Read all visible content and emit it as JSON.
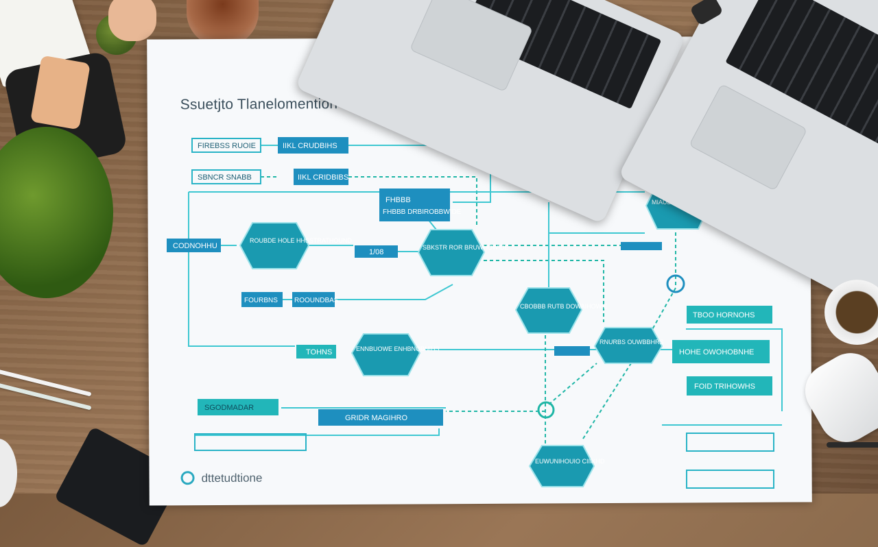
{
  "diagram": {
    "title": "Ssuetjto Tlanelomention",
    "footer": "dttetudtione",
    "nodes": [
      {
        "id": "fl1",
        "label": "FIREBSS RUOIE"
      },
      {
        "id": "fl1b",
        "label": "IIKL CRUDBIHS"
      },
      {
        "id": "fl2",
        "label": "SBNCR SNABB"
      },
      {
        "id": "fl2b",
        "label": "IIKL CRIDBIBS"
      },
      {
        "id": "top",
        "label": "FHBBB DRBIROBBWIDE"
      },
      {
        "id": "hexL",
        "label": "ROUBDE HOLE HHSSTRATHOUND"
      },
      {
        "id": "hexC",
        "label": "SBKSTR ROR BRUWHOWIDE"
      },
      {
        "id": "hexTR",
        "label": "MIAUBIB ODOC OOBBHOS"
      },
      {
        "id": "hexM",
        "label": "CBOBBB RUTB DOWAIHOWIE"
      },
      {
        "id": "hexLB",
        "label": "ENNBUOWE ENHBNOBNIHS"
      },
      {
        "id": "rnd",
        "label": "RNURBS OUWBBHRS"
      },
      {
        "id": "hexBot",
        "label": "EUWUNIHOUIO CIIIKHD"
      },
      {
        "id": "left",
        "label": "CODNOHHU"
      },
      {
        "id": "mid1",
        "label": "1/08"
      },
      {
        "id": "sm1",
        "label": "FOURBNS"
      },
      {
        "id": "sm2",
        "label": "ROOUNDBAS"
      },
      {
        "id": "tot",
        "label": "TOHNS"
      },
      {
        "id": "go",
        "label": "SGODMADAR"
      },
      {
        "id": "wide",
        "label": "GRIDR MAGIHRO"
      },
      {
        "id": "r1",
        "label": "TBOO HORNOHS"
      },
      {
        "id": "r2",
        "label": "HOHE OWOHOBNHE"
      },
      {
        "id": "r3",
        "label": "FOID TRIHOWHS"
      }
    ]
  }
}
